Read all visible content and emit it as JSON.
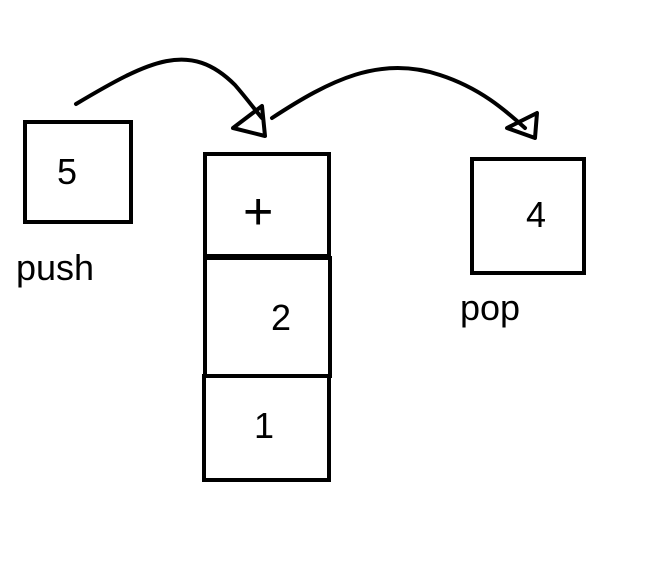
{
  "push_box": {
    "value": "5",
    "label": "push"
  },
  "stack": {
    "top_symbol": "+",
    "middle": "2",
    "bottom": "1"
  },
  "pop_box": {
    "value": "4",
    "label": "pop"
  },
  "colors": {
    "ink": "#000000",
    "background": "#ffffff"
  }
}
